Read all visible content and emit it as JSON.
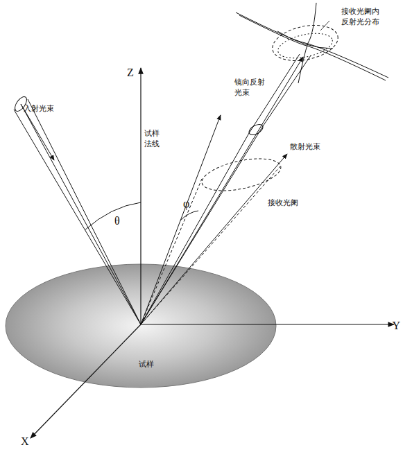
{
  "diagram": {
    "nodes": [
      {
        "text": [
          "试样"
        ]
      }
    ],
    "labels": [
      "接收光阑内 反射光分布",
      "Z",
      "入射光束",
      "试样 法线",
      "镜向反射 光束",
      "散射光束",
      "θ",
      "φ",
      "接收光阑",
      "Y",
      "X"
    ]
  }
}
